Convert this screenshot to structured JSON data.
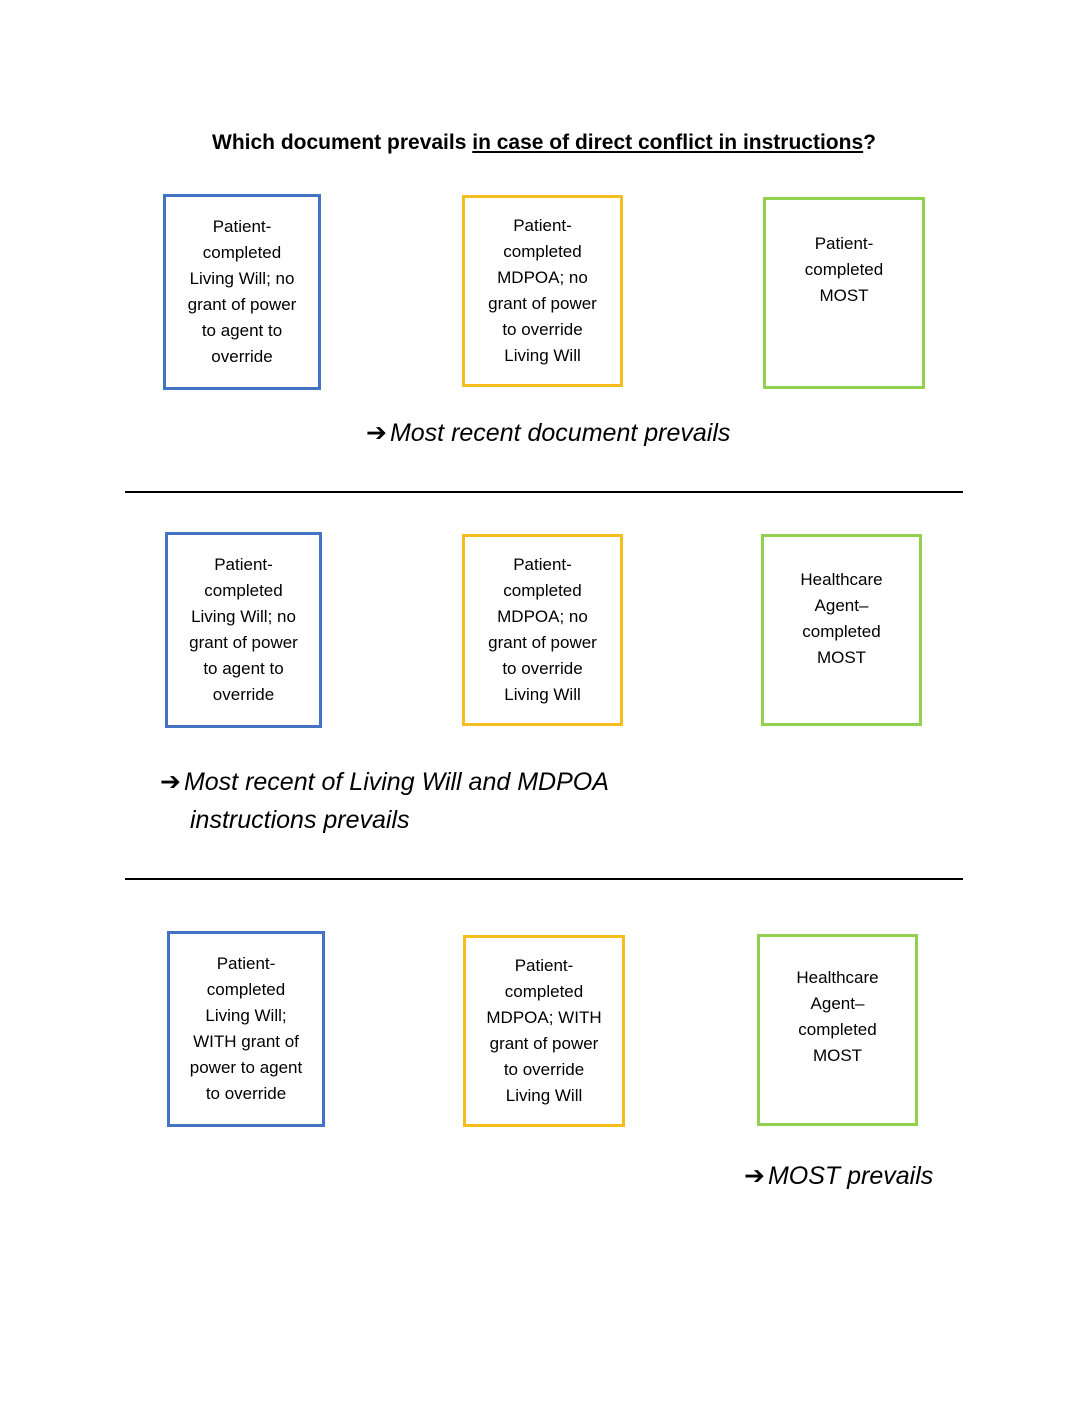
{
  "title": {
    "prefix": "Which document prevails ",
    "underlined": "in case of direct conflict in instructions",
    "suffix": "?"
  },
  "arrow_glyph": "➔",
  "sections": [
    {
      "boxes": [
        {
          "text": "Patient-\ncompleted\nLiving Will; no\ngrant of power\nto agent to\noverride",
          "color": "#4472c4"
        },
        {
          "text": "Patient-\ncompleted\nMDPOA; no\ngrant of power\nto override\nLiving Will",
          "color": "#f5bd1d"
        },
        {
          "text": "Patient-\ncompleted\nMOST",
          "color": "#92d050"
        }
      ],
      "result": "Most recent document prevails"
    },
    {
      "boxes": [
        {
          "text": "Patient-\ncompleted\nLiving Will; no\ngrant of power\nto agent to\noverride",
          "color": "#4472c4"
        },
        {
          "text": "Patient-\ncompleted\nMDPOA; no\ngrant of power\nto override\nLiving Will",
          "color": "#f5bd1d"
        },
        {
          "text": "Healthcare\nAgent–\ncompleted\nMOST",
          "color": "#92d050"
        }
      ],
      "result": "Most recent of Living Will and MDPOA\ninstructions prevails"
    },
    {
      "boxes": [
        {
          "text": "Patient-\ncompleted\nLiving Will;\nWITH grant of\npower to agent\nto override",
          "color": "#4472c4"
        },
        {
          "text": "Patient-\ncompleted\nMDPOA; WITH\ngrant of power\nto override\nLiving Will",
          "color": "#f5bd1d"
        },
        {
          "text": "Healthcare\nAgent–\ncompleted\nMOST",
          "color": "#92d050"
        }
      ],
      "result": "MOST prevails"
    }
  ]
}
